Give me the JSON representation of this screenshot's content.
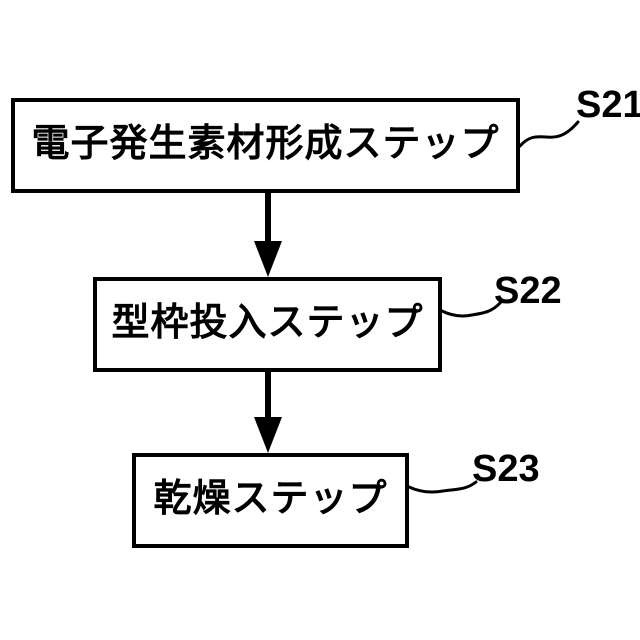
{
  "figure": {
    "colors": {
      "background": "#ffffff",
      "line": "#000000",
      "text": "#000000"
    },
    "steps": [
      {
        "ref": "S21",
        "label": "電子発生素材形成ステップ"
      },
      {
        "ref": "S22",
        "label": "型枠投入ステップ"
      },
      {
        "ref": "S23",
        "label": "乾燥ステップ"
      }
    ]
  }
}
